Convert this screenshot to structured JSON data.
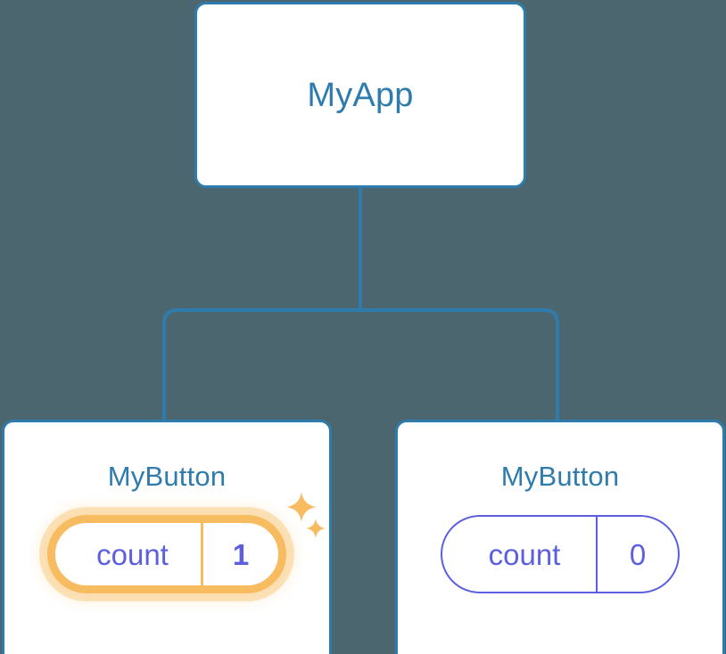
{
  "diagram": {
    "type": "component-tree",
    "background_color": "#4C6670",
    "edge_color": "#2E7CAD",
    "node_border_color": "#2E7CAD",
    "node_title_color": "#2E7CAD",
    "state_text_color": "#5B5FE0",
    "highlight_color": "#F8BC60",
    "root": {
      "title": "MyApp"
    },
    "children": [
      {
        "title": "MyButton",
        "state_key": "count",
        "state_value": "1",
        "highlighted": "true",
        "sparkle_large": "sparkle-icon",
        "sparkle_small": "sparkle-icon"
      },
      {
        "title": "MyButton",
        "state_key": "count",
        "state_value": "0",
        "highlighted": "false"
      }
    ]
  }
}
